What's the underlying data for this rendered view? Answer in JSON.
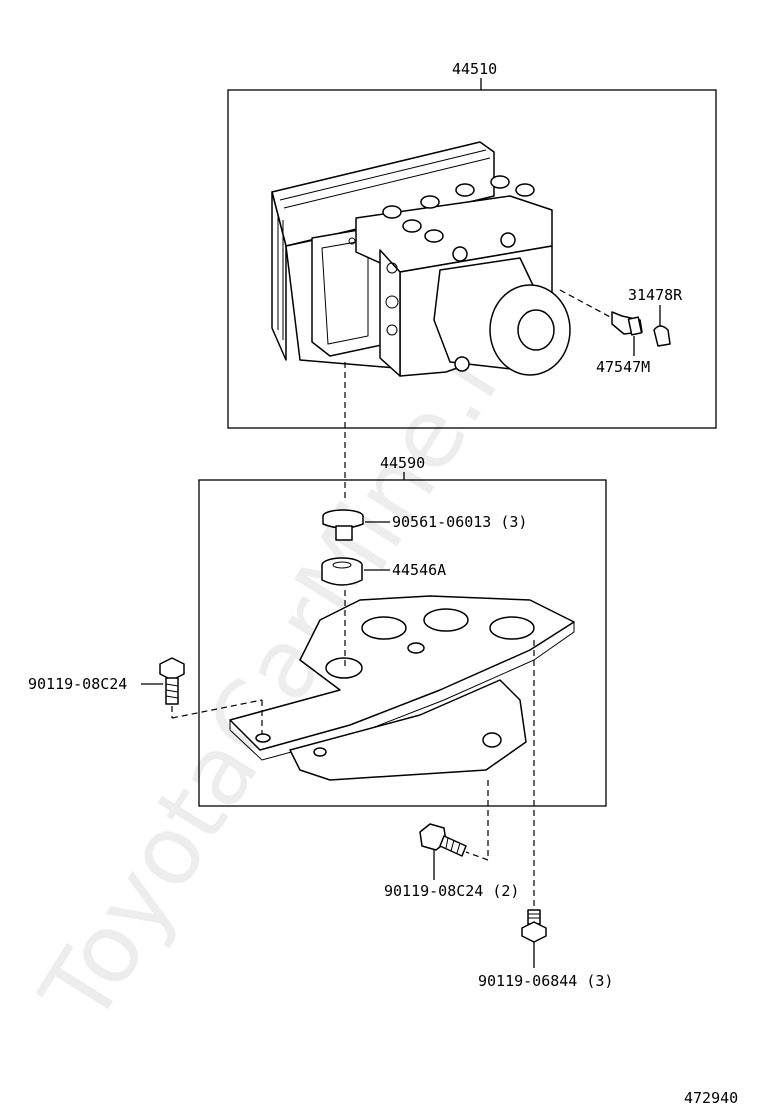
{
  "watermark": "ToyotaCarMine.ru",
  "labels": {
    "assembly": "44510",
    "bracket": "44590",
    "sensor_cap": "31478R",
    "bleeder": "47547M",
    "grommet_collar": "90561-06013 (3)",
    "cushion": "44546A",
    "bolt_left": "90119-08C24",
    "bolt_bottom": "90119-08C24 (2)",
    "bolt_lower": "90119-06844 (3)"
  },
  "figure_number": "472940"
}
